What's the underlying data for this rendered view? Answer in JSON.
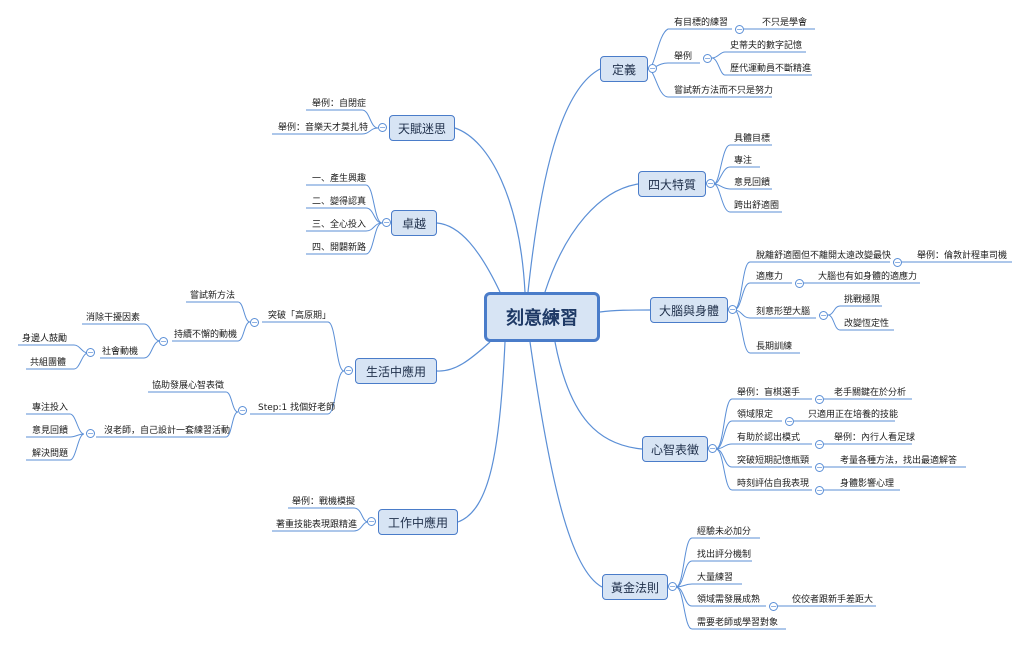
{
  "center": "刻意練習",
  "branches": {
    "define": "定義",
    "four": "四大特質",
    "brain": "大腦與身體",
    "mental": "心智表徵",
    "golden": "黃金法則",
    "work": "工作中應用",
    "life": "生活中應用",
    "excel": "卓越",
    "talent": "天賦迷思"
  },
  "define": {
    "purposeful": "有目標的練習",
    "not_learning": "不只是學會",
    "example": "舉例",
    "steve": "史蒂夫的數字記憶",
    "athletes": "歷代運動員不斷精進",
    "try_new": "嘗試新方法而不只是努力"
  },
  "four": [
    "具體目標",
    "專注",
    "意見回饋",
    "跨出舒適圈"
  ],
  "brain": {
    "comfort": "脫離舒適圈但不離開太遠改變最快",
    "taxi": "舉例：倫敦計程車司機",
    "adapt": "適應力",
    "adapt_detail": "大腦也有如身體的適應力",
    "shape": "刻意形塑大腦",
    "challenge": "挑戰極限",
    "setpoint": "改變恆定性",
    "long": "長期訓練"
  },
  "mental": {
    "chess": "舉例：盲棋選手",
    "chess_detail": "老手關鍵在於分析",
    "domain": "領域限定",
    "domain_detail": "只適用正在培養的技能",
    "pattern": "有助於認出模式",
    "pattern_detail": "舉例：內行人看足球",
    "memory": "突破短期記憶瓶頸",
    "memory_detail": "考量各種方法，找出最適解答",
    "self": "時刻評估自我表現",
    "self_detail": "身體影響心理"
  },
  "golden": {
    "exp": "經驗未必加分",
    "score": "找出評分機制",
    "practice": "大量練習",
    "mature": "領域需發展成熟",
    "gap": "佼佼者跟新手差距大",
    "teacher": "需要老師或學習對象"
  },
  "work": {
    "pilot": "舉例：戰機模擬",
    "emphasize": "著重技能表現跟精進"
  },
  "life": {
    "breakthrough": "突破「高原期」",
    "try_new": "嘗試新方法",
    "motivation": "持續不懈的動機",
    "remove": "消除干擾因素",
    "social": "社會動機",
    "encourage": "身邊人鼓勵",
    "group": "共組團體",
    "step1": "Step:1 找個好老師",
    "help": "協助發展心智表徵",
    "no_teacher": "沒老師，自己設計一套練習活動",
    "focus": "專注投入",
    "feedback": "意見回饋",
    "solve": "解決問題"
  },
  "excel": [
    "一、產生興趣",
    "二、變得認真",
    "三、全心投入",
    "四、開闢新路"
  ],
  "talent": {
    "autism": "舉例：自閉症",
    "mozart": "舉例：音樂天才莫扎特"
  },
  "toggle_symbol": "−"
}
